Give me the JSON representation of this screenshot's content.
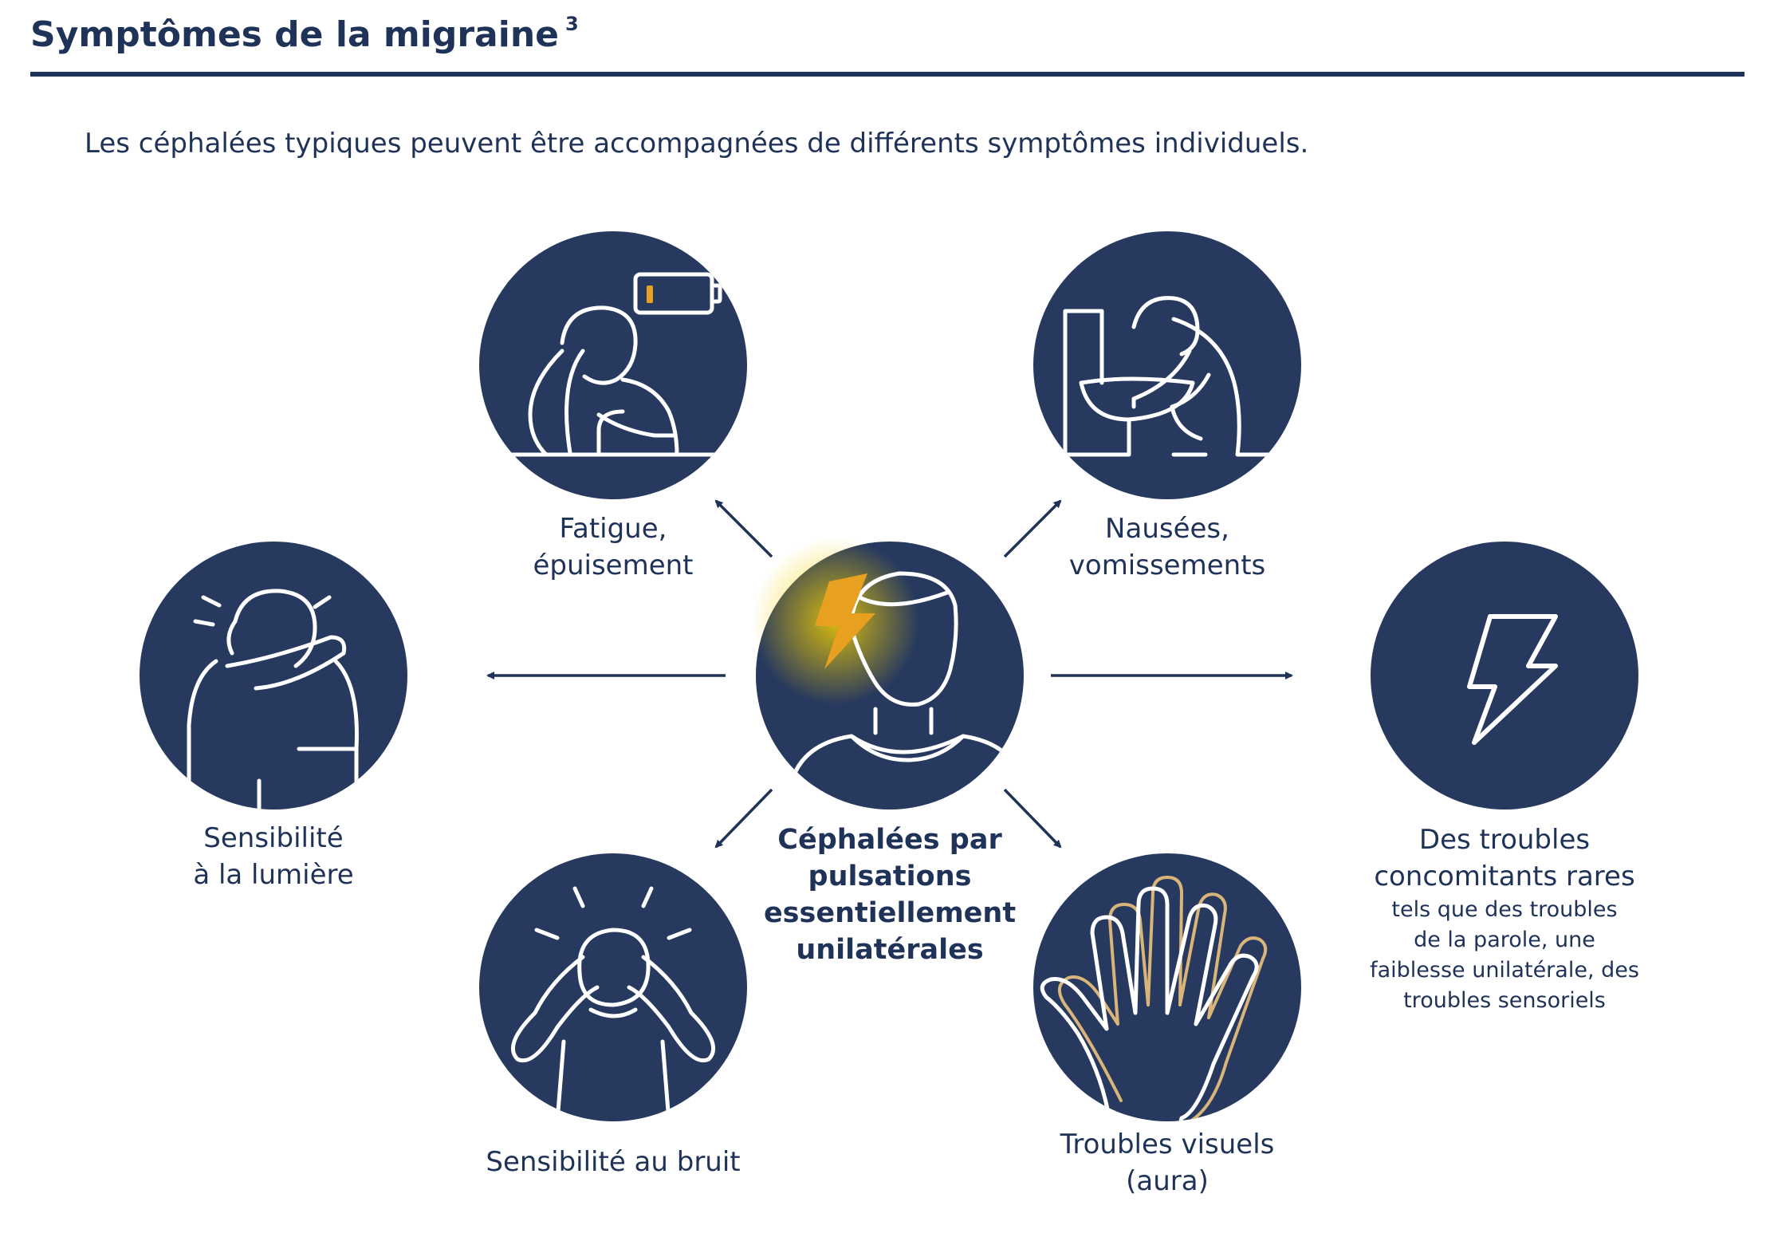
{
  "header": {
    "title": "Symptômes de la migraine",
    "title_sup": "3"
  },
  "intro": "Les céphalées typiques peuvent être accompagnées de différents symptômes individuels.",
  "colors": {
    "navy": "#27395f",
    "text": "#1f3258",
    "accent_orange": "#e8a020",
    "glow_yellow": "#f4d000",
    "aura_gold": "#d9b57a"
  },
  "center": {
    "icon": "headache-person-icon",
    "lines": [
      "Céphalées par",
      "pulsations",
      "essentiellement",
      "unilatérales"
    ]
  },
  "symptoms": {
    "fatigue": {
      "icon": "tired-person-battery-icon",
      "lines": [
        "Fatigue,",
        "épuisement"
      ]
    },
    "nausea": {
      "icon": "vomiting-person-icon",
      "lines": [
        "Nausées,",
        "vomissements"
      ]
    },
    "light": {
      "icon": "covering-eyes-icon",
      "lines": [
        "Sensibilité",
        "à la lumière"
      ]
    },
    "rare": {
      "icon": "lightning-bolt-icon",
      "lines": [
        "Des troubles",
        "concomitants rares"
      ],
      "detail_lines": [
        "tels que des troubles",
        "de la parole, une",
        "faiblesse unilatérale, des",
        "troubles sensoriels"
      ]
    },
    "noise": {
      "icon": "holding-head-icon",
      "lines": [
        "Sensibilité au bruit"
      ]
    },
    "visual": {
      "icon": "aura-hand-icon",
      "lines": [
        "Troubles visuels",
        "(aura)"
      ]
    }
  }
}
